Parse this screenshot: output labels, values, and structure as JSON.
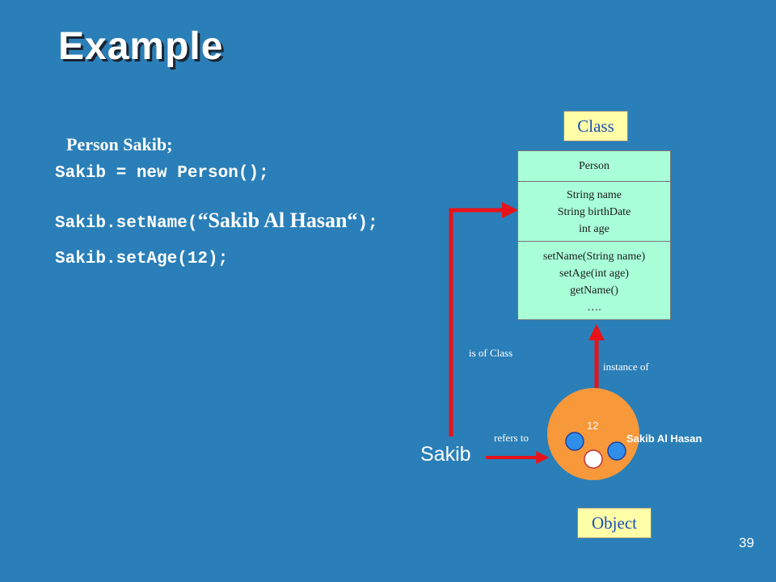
{
  "slide": {
    "title": "Example",
    "page_number": "39"
  },
  "code": {
    "line1": "Person Sakib;",
    "line2": "Sakib = new Person();",
    "line3_prefix": "Sakib.setName(",
    "line3_arg": "“Sakib Al Hasan“",
    "line3_suffix": ");",
    "line4": "Sakib.setAge(12);"
  },
  "class_label": "Class",
  "object_label": "Object",
  "uml": {
    "class_name": "Person",
    "attributes": [
      "String name",
      "String birthDate",
      "int age"
    ],
    "methods": [
      "setName(String name)",
      "setAge(int age)",
      "getName()",
      "…."
    ]
  },
  "relations": {
    "is_of_class": "is of Class",
    "instance_of": "instance of",
    "refers_to": "refers to"
  },
  "reference_name": "Sakib",
  "object": {
    "age_value": "12",
    "name_value": "Sakib Al  Hasan"
  },
  "colors": {
    "background": "#2a7fb8",
    "arrow": "#e8121a",
    "object_fill": "#f7983a",
    "uml_fill": "#a8ffd8",
    "label_fill": "#ffffa8"
  }
}
